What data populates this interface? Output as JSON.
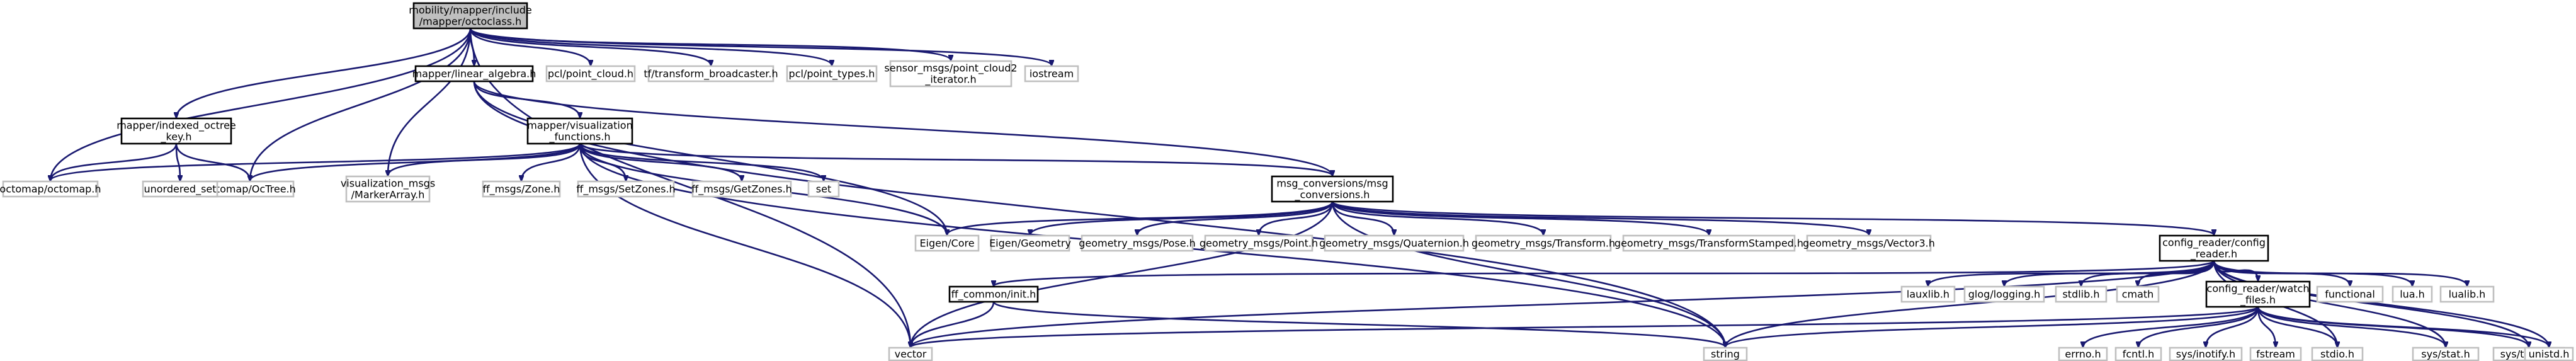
{
  "diagram": {
    "type": "include-dependency-graph",
    "nodes": [
      {
        "id": "root",
        "lines": [
          "mobility/mapper/include",
          "/mapper/octoclass.h"
        ],
        "style": "root"
      },
      {
        "id": "octomap_octomap",
        "lines": [
          "octomap/octomap.h"
        ],
        "style": "external"
      },
      {
        "id": "indexed_octree_key",
        "lines": [
          "mapper/indexed_octree",
          "_key.h"
        ],
        "style": "defined"
      },
      {
        "id": "octomap_octree",
        "lines": [
          "octomap/OcTree.h"
        ],
        "style": "external"
      },
      {
        "id": "vector",
        "lines": [
          "vector"
        ],
        "style": "external"
      },
      {
        "id": "visualization_msgs",
        "lines": [
          "visualization_msgs",
          "/MarkerArray.h"
        ],
        "style": "external"
      },
      {
        "id": "linear_algebra",
        "lines": [
          "mapper/linear_algebra.h"
        ],
        "style": "defined"
      },
      {
        "id": "pcl_point_cloud",
        "lines": [
          "pcl/point_cloud.h"
        ],
        "style": "external"
      },
      {
        "id": "tf_broadcaster",
        "lines": [
          "tf/transform_broadcaster.h"
        ],
        "style": "external"
      },
      {
        "id": "pcl_point_types",
        "lines": [
          "pcl/point_types.h"
        ],
        "style": "external"
      },
      {
        "id": "point_cloud2",
        "lines": [
          "sensor_msgs/point_cloud2",
          "_iterator.h"
        ],
        "style": "external"
      },
      {
        "id": "iostream",
        "lines": [
          "iostream"
        ],
        "style": "external"
      },
      {
        "id": "unordered_set",
        "lines": [
          "unordered_set"
        ],
        "style": "external"
      },
      {
        "id": "visualization_functions",
        "lines": [
          "mapper/visualization",
          "_functions.h"
        ],
        "style": "defined"
      },
      {
        "id": "ff_zone",
        "lines": [
          "ff_msgs/Zone.h"
        ],
        "style": "external"
      },
      {
        "id": "ff_setzones",
        "lines": [
          "ff_msgs/SetZones.h"
        ],
        "style": "external"
      },
      {
        "id": "ff_getzones",
        "lines": [
          "ff_msgs/GetZones.h"
        ],
        "style": "external"
      },
      {
        "id": "set",
        "lines": [
          "set"
        ],
        "style": "external"
      },
      {
        "id": "msg_conversions",
        "lines": [
          "msg_conversions/msg",
          "_conversions.h"
        ],
        "style": "defined"
      },
      {
        "id": "eigen_core",
        "lines": [
          "Eigen/Core"
        ],
        "style": "external"
      },
      {
        "id": "eigen_geometry",
        "lines": [
          "Eigen/Geometry"
        ],
        "style": "external"
      },
      {
        "id": "gm_pose",
        "lines": [
          "geometry_msgs/Pose.h"
        ],
        "style": "external"
      },
      {
        "id": "gm_point",
        "lines": [
          "geometry_msgs/Point.h"
        ],
        "style": "external"
      },
      {
        "id": "gm_quaternion",
        "lines": [
          "geometry_msgs/Quaternion.h"
        ],
        "style": "external"
      },
      {
        "id": "gm_transform",
        "lines": [
          "geometry_msgs/Transform.h"
        ],
        "style": "external"
      },
      {
        "id": "gm_transform_stamped",
        "lines": [
          "geometry_msgs/TransformStamped.h"
        ],
        "style": "external"
      },
      {
        "id": "gm_vector3",
        "lines": [
          "geometry_msgs/Vector3.h"
        ],
        "style": "external"
      },
      {
        "id": "config_reader",
        "lines": [
          "config_reader/config",
          "_reader.h"
        ],
        "style": "defined"
      },
      {
        "id": "ff_common_init",
        "lines": [
          "ff_common/init.h"
        ],
        "style": "defined"
      },
      {
        "id": "lauxlib",
        "lines": [
          "lauxlib.h"
        ],
        "style": "external"
      },
      {
        "id": "glog_logging",
        "lines": [
          "glog/logging.h"
        ],
        "style": "external"
      },
      {
        "id": "stdlib",
        "lines": [
          "stdlib.h"
        ],
        "style": "external"
      },
      {
        "id": "cmath",
        "lines": [
          "cmath"
        ],
        "style": "external"
      },
      {
        "id": "watch_files",
        "lines": [
          "config_reader/watch",
          "_files.h"
        ],
        "style": "defined"
      },
      {
        "id": "functional",
        "lines": [
          "functional"
        ],
        "style": "external"
      },
      {
        "id": "lua",
        "lines": [
          "lua.h"
        ],
        "style": "external"
      },
      {
        "id": "lualib",
        "lines": [
          "lualib.h"
        ],
        "style": "external"
      },
      {
        "id": "string",
        "lines": [
          "string"
        ],
        "style": "external"
      },
      {
        "id": "errno",
        "lines": [
          "errno.h"
        ],
        "style": "external"
      },
      {
        "id": "fcntl",
        "lines": [
          "fcntl.h"
        ],
        "style": "external"
      },
      {
        "id": "sys_inotify",
        "lines": [
          "sys/inotify.h"
        ],
        "style": "external"
      },
      {
        "id": "fstream",
        "lines": [
          "fstream"
        ],
        "style": "external"
      },
      {
        "id": "stdio",
        "lines": [
          "stdio.h"
        ],
        "style": "external"
      },
      {
        "id": "sys_stat",
        "lines": [
          "sys/stat.h"
        ],
        "style": "external"
      },
      {
        "id": "sys_types",
        "lines": [
          "sys/types.h"
        ],
        "style": "external"
      },
      {
        "id": "unistd",
        "lines": [
          "unistd.h"
        ],
        "style": "external"
      }
    ],
    "edges": [
      [
        "root",
        "octomap_octomap"
      ],
      [
        "root",
        "indexed_octree_key"
      ],
      [
        "root",
        "octomap_octree"
      ],
      [
        "root",
        "vector"
      ],
      [
        "root",
        "visualization_msgs"
      ],
      [
        "root",
        "linear_algebra"
      ],
      [
        "root",
        "pcl_point_cloud"
      ],
      [
        "root",
        "tf_broadcaster"
      ],
      [
        "root",
        "pcl_point_types"
      ],
      [
        "root",
        "point_cloud2"
      ],
      [
        "root",
        "iostream"
      ],
      [
        "indexed_octree_key",
        "octomap_octomap"
      ],
      [
        "indexed_octree_key",
        "unordered_set"
      ],
      [
        "indexed_octree_key",
        "octomap_octree"
      ],
      [
        "linear_algebra",
        "visualization_functions"
      ],
      [
        "linear_algebra",
        "msg_conversions"
      ],
      [
        "linear_algebra",
        "eigen_core"
      ],
      [
        "linear_algebra",
        "string"
      ],
      [
        "visualization_functions",
        "octomap_octomap"
      ],
      [
        "visualization_functions",
        "octomap_octree"
      ],
      [
        "visualization_functions",
        "visualization_msgs"
      ],
      [
        "visualization_functions",
        "ff_zone"
      ],
      [
        "visualization_functions",
        "ff_setzones"
      ],
      [
        "visualization_functions",
        "ff_getzones"
      ],
      [
        "visualization_functions",
        "set"
      ],
      [
        "visualization_functions",
        "msg_conversions"
      ],
      [
        "visualization_functions",
        "vector"
      ],
      [
        "visualization_functions",
        "string"
      ],
      [
        "visualization_functions",
        "eigen_core"
      ],
      [
        "msg_conversions",
        "eigen_core"
      ],
      [
        "msg_conversions",
        "eigen_geometry"
      ],
      [
        "msg_conversions",
        "gm_pose"
      ],
      [
        "msg_conversions",
        "gm_point"
      ],
      [
        "msg_conversions",
        "gm_quaternion"
      ],
      [
        "msg_conversions",
        "gm_transform"
      ],
      [
        "msg_conversions",
        "gm_transform_stamped"
      ],
      [
        "msg_conversions",
        "gm_vector3"
      ],
      [
        "msg_conversions",
        "config_reader"
      ],
      [
        "msg_conversions",
        "vector"
      ],
      [
        "msg_conversions",
        "string"
      ],
      [
        "config_reader",
        "ff_common_init"
      ],
      [
        "config_reader",
        "lauxlib"
      ],
      [
        "config_reader",
        "glog_logging"
      ],
      [
        "config_reader",
        "stdlib"
      ],
      [
        "config_reader",
        "cmath"
      ],
      [
        "config_reader",
        "watch_files"
      ],
      [
        "config_reader",
        "functional"
      ],
      [
        "config_reader",
        "lua"
      ],
      [
        "config_reader",
        "lualib"
      ],
      [
        "config_reader",
        "vector"
      ],
      [
        "config_reader",
        "string"
      ],
      [
        "config_reader",
        "stdio"
      ],
      [
        "config_reader",
        "sys_stat"
      ],
      [
        "config_reader",
        "sys_types"
      ],
      [
        "config_reader",
        "unistd"
      ],
      [
        "ff_common_init",
        "vector"
      ],
      [
        "ff_common_init",
        "string"
      ],
      [
        "watch_files",
        "vector"
      ],
      [
        "watch_files",
        "string"
      ],
      [
        "watch_files",
        "errno"
      ],
      [
        "watch_files",
        "fcntl"
      ],
      [
        "watch_files",
        "sys_inotify"
      ],
      [
        "watch_files",
        "fstream"
      ],
      [
        "watch_files",
        "stdio"
      ],
      [
        "watch_files",
        "sys_stat"
      ],
      [
        "watch_files",
        "sys_types"
      ],
      [
        "watch_files",
        "unistd"
      ]
    ]
  }
}
